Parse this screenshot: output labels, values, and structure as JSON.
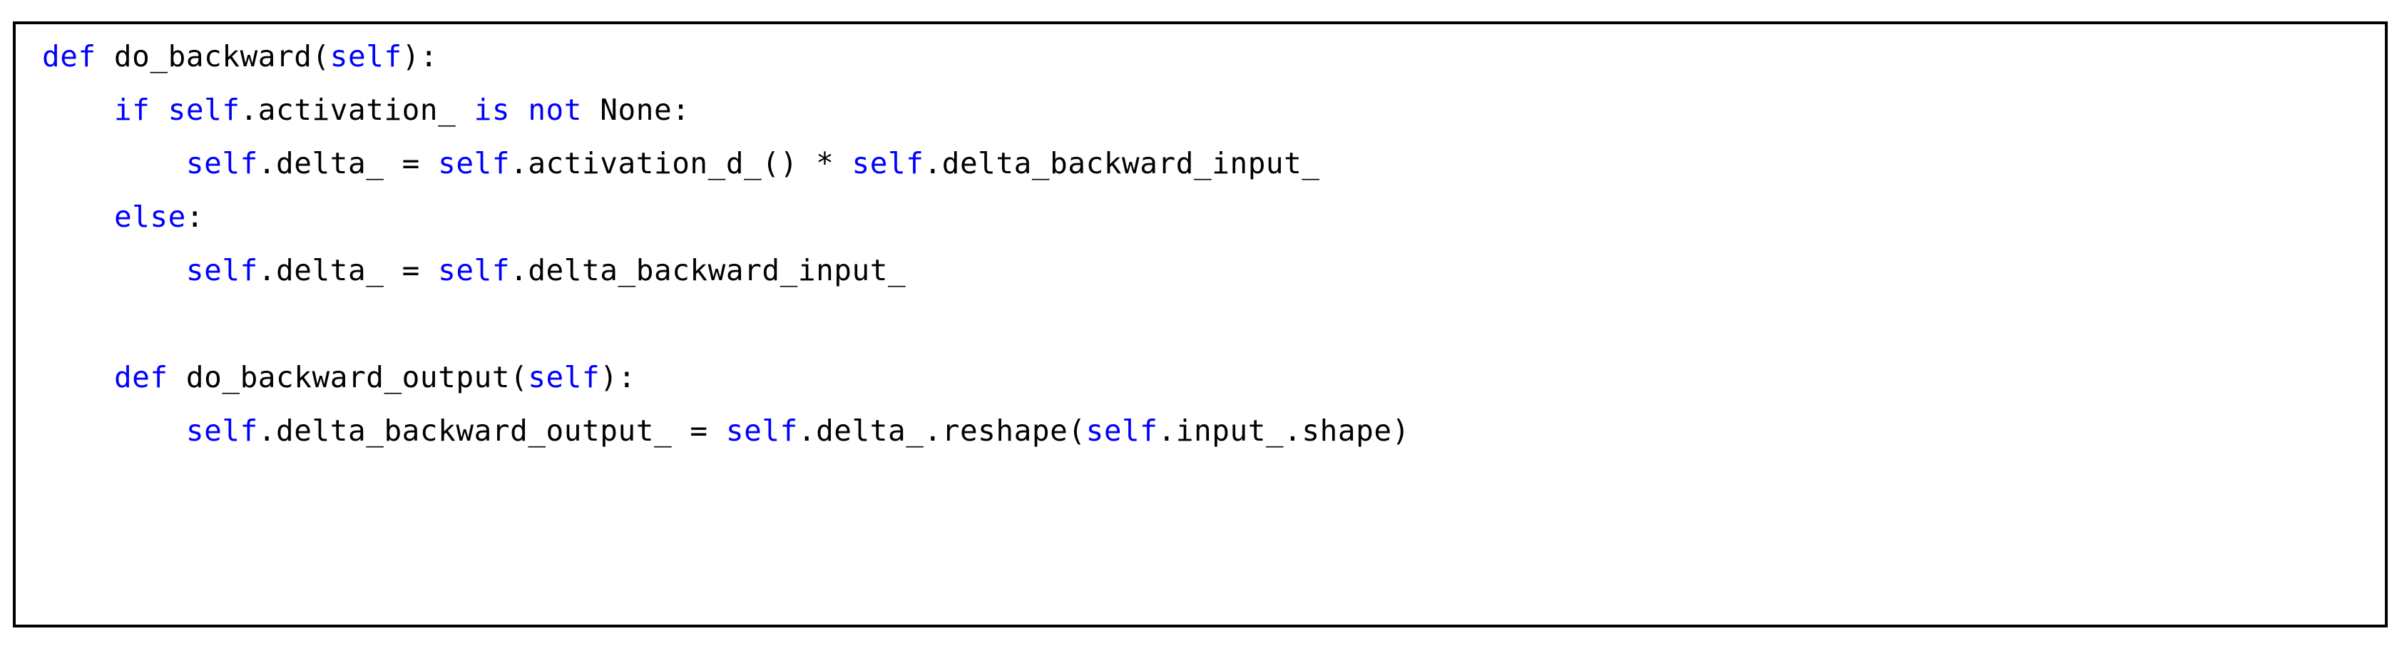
{
  "figure": {
    "kind": "code-listing",
    "language": "python",
    "frame": {
      "border_color": "#000000",
      "background_color": "#ffffff"
    },
    "colors": {
      "keyword": "#0000ff",
      "text": "#000000",
      "background": "#ffffff",
      "border": "#000000"
    }
  },
  "code": {
    "plain_text": "def do_backward(self):\n    if self.activation_ is not None:\n        self.delta_ = self.activation_d_() * self.delta_backward_input_\n    else:\n        self.delta_ = self.delta_backward_input_\n\n    def do_backward_output(self):\n        self.delta_backward_output_ = self.delta_.reshape(self.input_.shape)",
    "lines": [
      {
        "index": 1,
        "text": "def do_backward(self):",
        "tokens": [
          {
            "t": "def",
            "c": "kw"
          },
          {
            "t": " do_backward(",
            "c": "txt"
          },
          {
            "t": "self",
            "c": "kw"
          },
          {
            "t": "):",
            "c": "txt"
          }
        ]
      },
      {
        "index": 2,
        "text": "    if self.activation_ is not None:",
        "tokens": [
          {
            "t": "    ",
            "c": "ws"
          },
          {
            "t": "if",
            "c": "kw"
          },
          {
            "t": " ",
            "c": "ws"
          },
          {
            "t": "self",
            "c": "kw"
          },
          {
            "t": ".activation_ ",
            "c": "txt"
          },
          {
            "t": "is",
            "c": "kw"
          },
          {
            "t": " ",
            "c": "ws"
          },
          {
            "t": "not",
            "c": "kw"
          },
          {
            "t": " None:",
            "c": "txt"
          }
        ]
      },
      {
        "index": 3,
        "text": "        self.delta_ = self.activation_d_() * self.delta_backward_input_",
        "tokens": [
          {
            "t": "        ",
            "c": "ws"
          },
          {
            "t": "self",
            "c": "kw"
          },
          {
            "t": ".delta_ = ",
            "c": "txt"
          },
          {
            "t": "self",
            "c": "kw"
          },
          {
            "t": ".activation_d_() * ",
            "c": "txt"
          },
          {
            "t": "self",
            "c": "kw"
          },
          {
            "t": ".delta_backward_input_",
            "c": "txt"
          }
        ]
      },
      {
        "index": 4,
        "text": "    else:",
        "tokens": [
          {
            "t": "    ",
            "c": "ws"
          },
          {
            "t": "else",
            "c": "kw"
          },
          {
            "t": ":",
            "c": "txt"
          }
        ]
      },
      {
        "index": 5,
        "text": "        self.delta_ = self.delta_backward_input_",
        "tokens": [
          {
            "t": "        ",
            "c": "ws"
          },
          {
            "t": "self",
            "c": "kw"
          },
          {
            "t": ".delta_ = ",
            "c": "txt"
          },
          {
            "t": "self",
            "c": "kw"
          },
          {
            "t": ".delta_backward_input_",
            "c": "txt"
          }
        ]
      },
      {
        "index": 6,
        "text": "",
        "tokens": []
      },
      {
        "index": 7,
        "text": "    def do_backward_output(self):",
        "tokens": [
          {
            "t": "    ",
            "c": "ws"
          },
          {
            "t": "def",
            "c": "kw"
          },
          {
            "t": " do_backward_output(",
            "c": "txt"
          },
          {
            "t": "self",
            "c": "kw"
          },
          {
            "t": "):",
            "c": "txt"
          }
        ]
      },
      {
        "index": 8,
        "text": "        self.delta_backward_output_ = self.delta_.reshape(self.input_.shape)",
        "tokens": [
          {
            "t": "        ",
            "c": "ws"
          },
          {
            "t": "self",
            "c": "kw"
          },
          {
            "t": ".delta_backward_output_ = ",
            "c": "txt"
          },
          {
            "t": "self",
            "c": "kw"
          },
          {
            "t": ".delta_.reshape(",
            "c": "txt"
          },
          {
            "t": "self",
            "c": "kw"
          },
          {
            "t": ".input_.shape)",
            "c": "txt"
          }
        ]
      }
    ]
  }
}
